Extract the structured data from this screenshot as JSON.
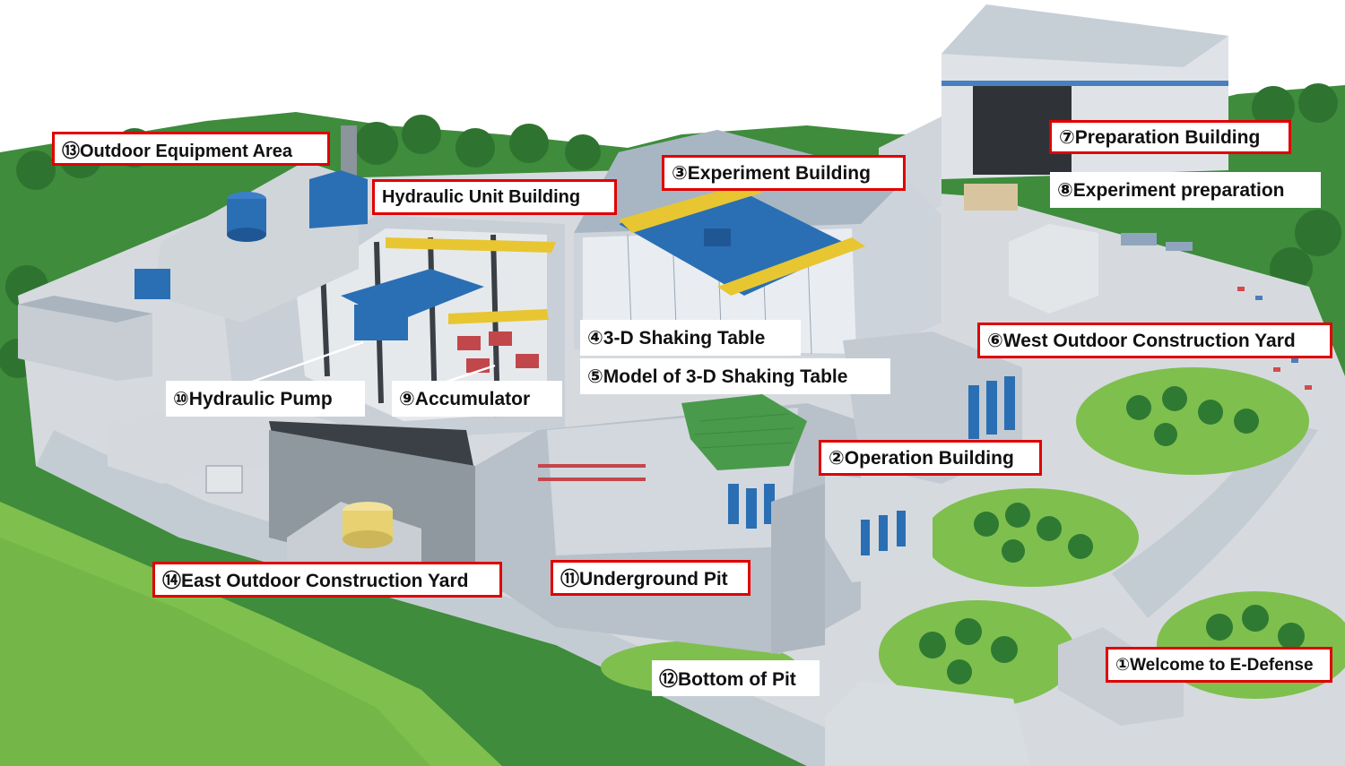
{
  "colors": {
    "callout_border": "#e00000",
    "forest": "#3c8a3a",
    "lawn": "#7fc24f",
    "road": "#cfd6dc",
    "building_wall": "#c8ccd2",
    "roof": "#98a9b8",
    "equipment_blue": "#2a6fb4",
    "crane_yellow": "#e7c632",
    "pipe_red": "#c2474b"
  },
  "labels": {
    "welcome": "①Welcome to E-Defense",
    "operation_building": "②Operation Building",
    "experiment_building": "③Experiment Building",
    "shaking_table": "④3-D Shaking Table",
    "shaking_table_model": "⑤Model of 3-D Shaking Table",
    "west_yard": "⑥West Outdoor Construction Yard",
    "preparation_building": "⑦Preparation Building",
    "experiment_preparation": "⑧Experiment preparation",
    "accumulator": "⑨Accumulator",
    "hydraulic_pump": "⑩Hydraulic Pump",
    "underground_pit": "⑪Underground Pit",
    "bottom_of_pit": "⑫Bottom of Pit",
    "outdoor_equipment": "⑬Outdoor Equipment Area",
    "east_yard": "⑭East Outdoor Construction Yard",
    "hydraulic_unit_building": "Hydraulic Unit Building"
  }
}
